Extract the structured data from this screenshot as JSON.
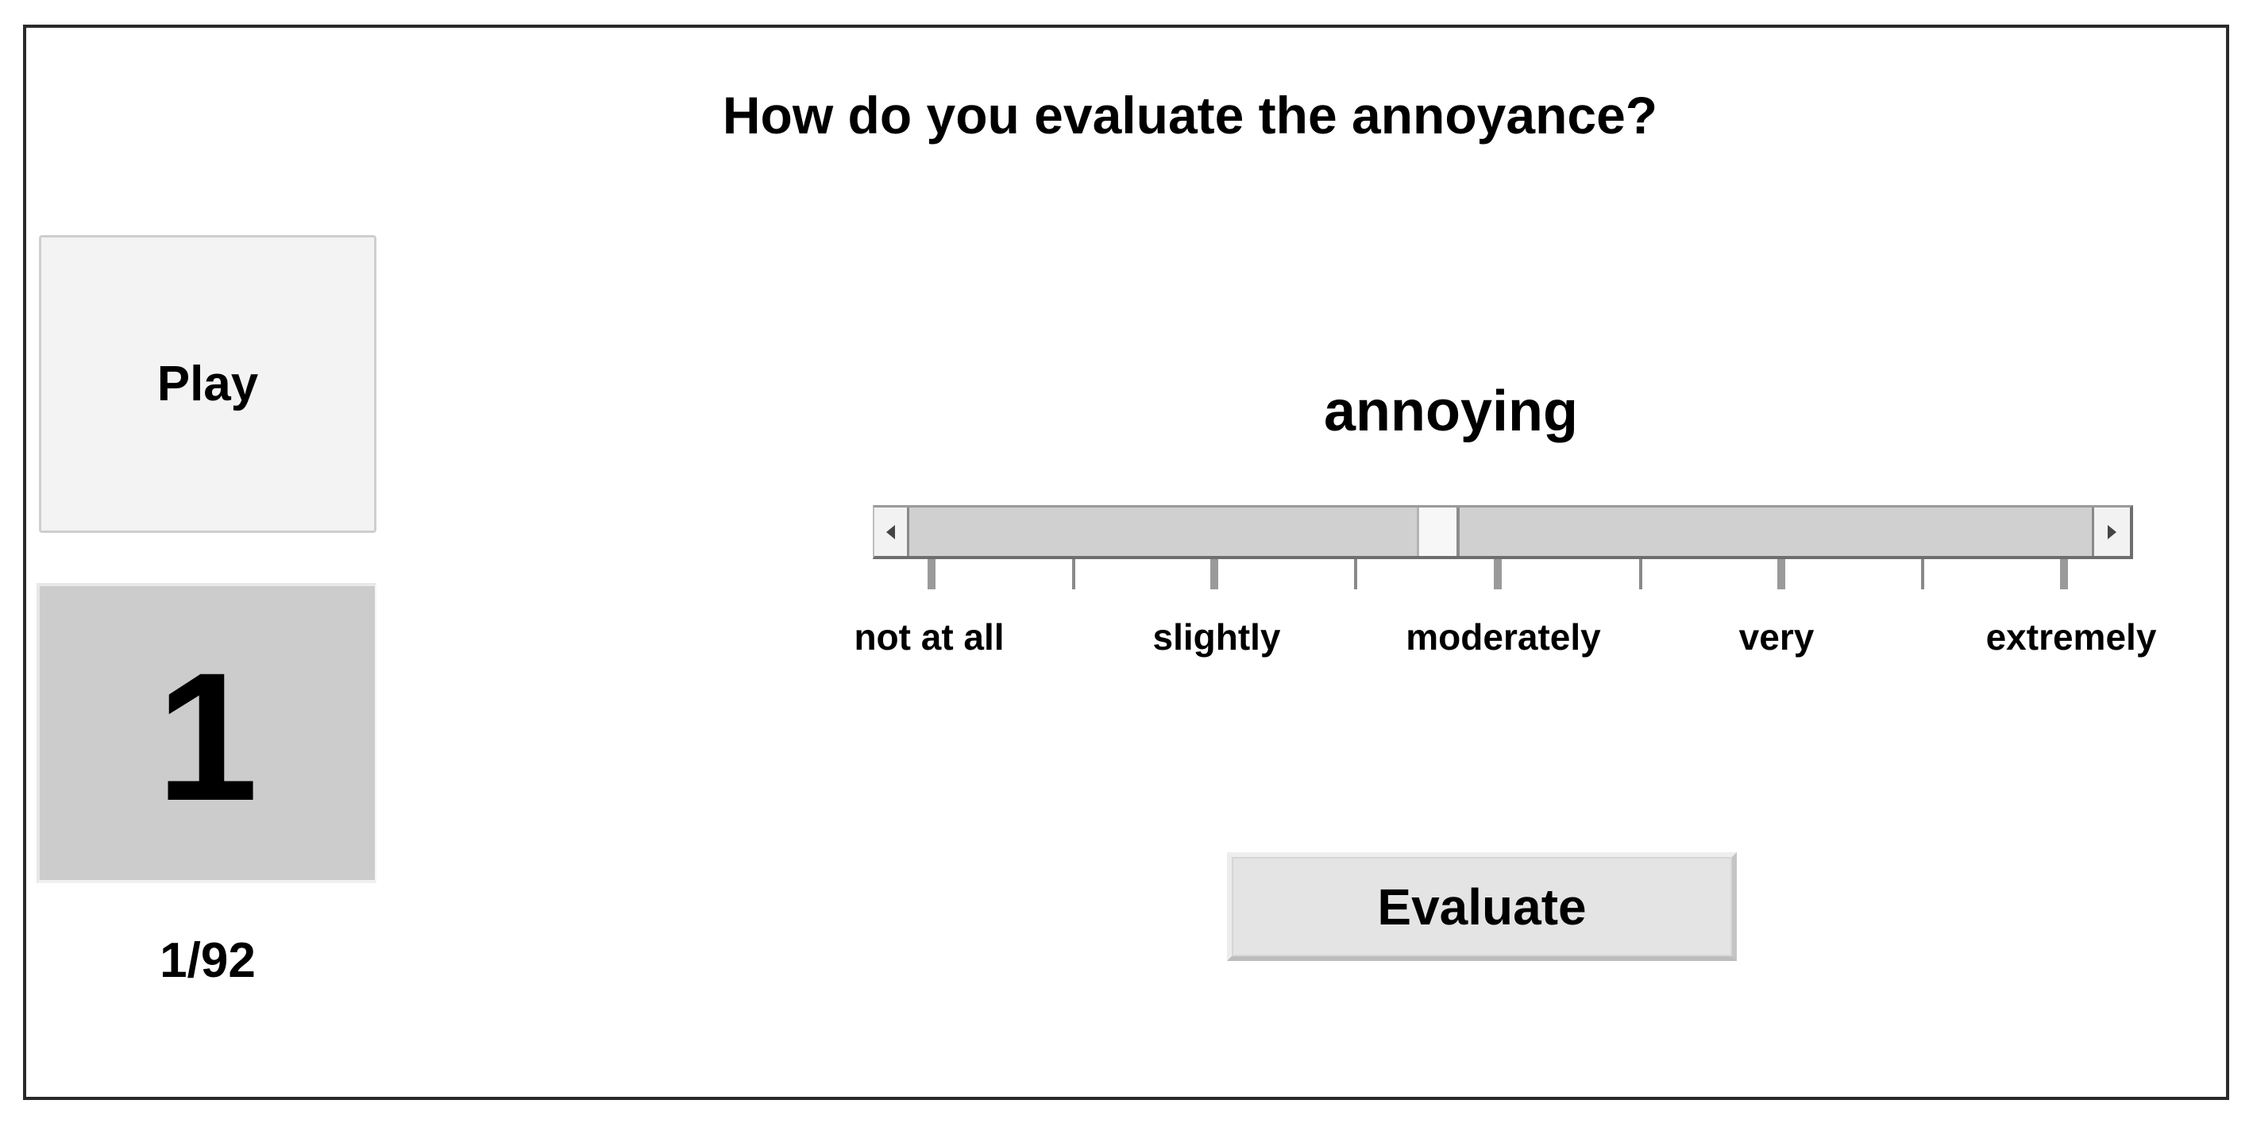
{
  "question": "How do you evaluate the annoyance?",
  "play_button": {
    "label": "Play"
  },
  "stimulus": {
    "number": "1",
    "progress": "1/92"
  },
  "scale": {
    "title": "annoying",
    "value_fraction": 0.445,
    "labels": [
      "not at all",
      "slightly",
      "moderately",
      "very",
      "extremely"
    ]
  },
  "evaluate_button": {
    "label": "Evaluate"
  },
  "icons": {
    "scroll_left": "triangle-left-icon",
    "scroll_right": "triangle-right-icon"
  }
}
